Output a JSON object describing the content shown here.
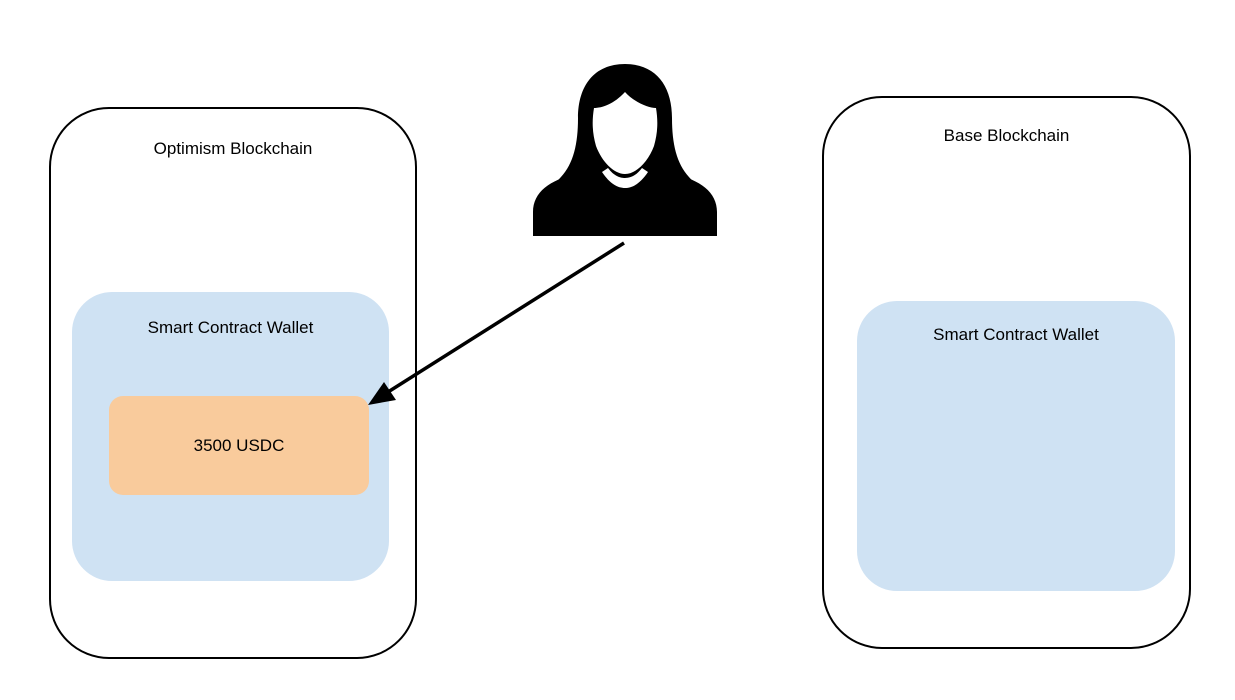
{
  "diagram": {
    "user": {
      "icon": "woman-user-icon",
      "color": "#000000"
    },
    "chains": [
      {
        "title": "Optimism Blockchain",
        "wallet": {
          "title": "Smart Contract Wallet",
          "color": "#cfe2f3",
          "asset": {
            "label": "3500 USDC",
            "color": "#f9cb9c"
          }
        }
      },
      {
        "title": "Base Blockchain",
        "wallet": {
          "title": "Smart Contract Wallet",
          "color": "#cfe2f3"
        }
      }
    ],
    "arrow": {
      "from": "user",
      "to": "3500 USDC",
      "color": "#000000"
    }
  }
}
